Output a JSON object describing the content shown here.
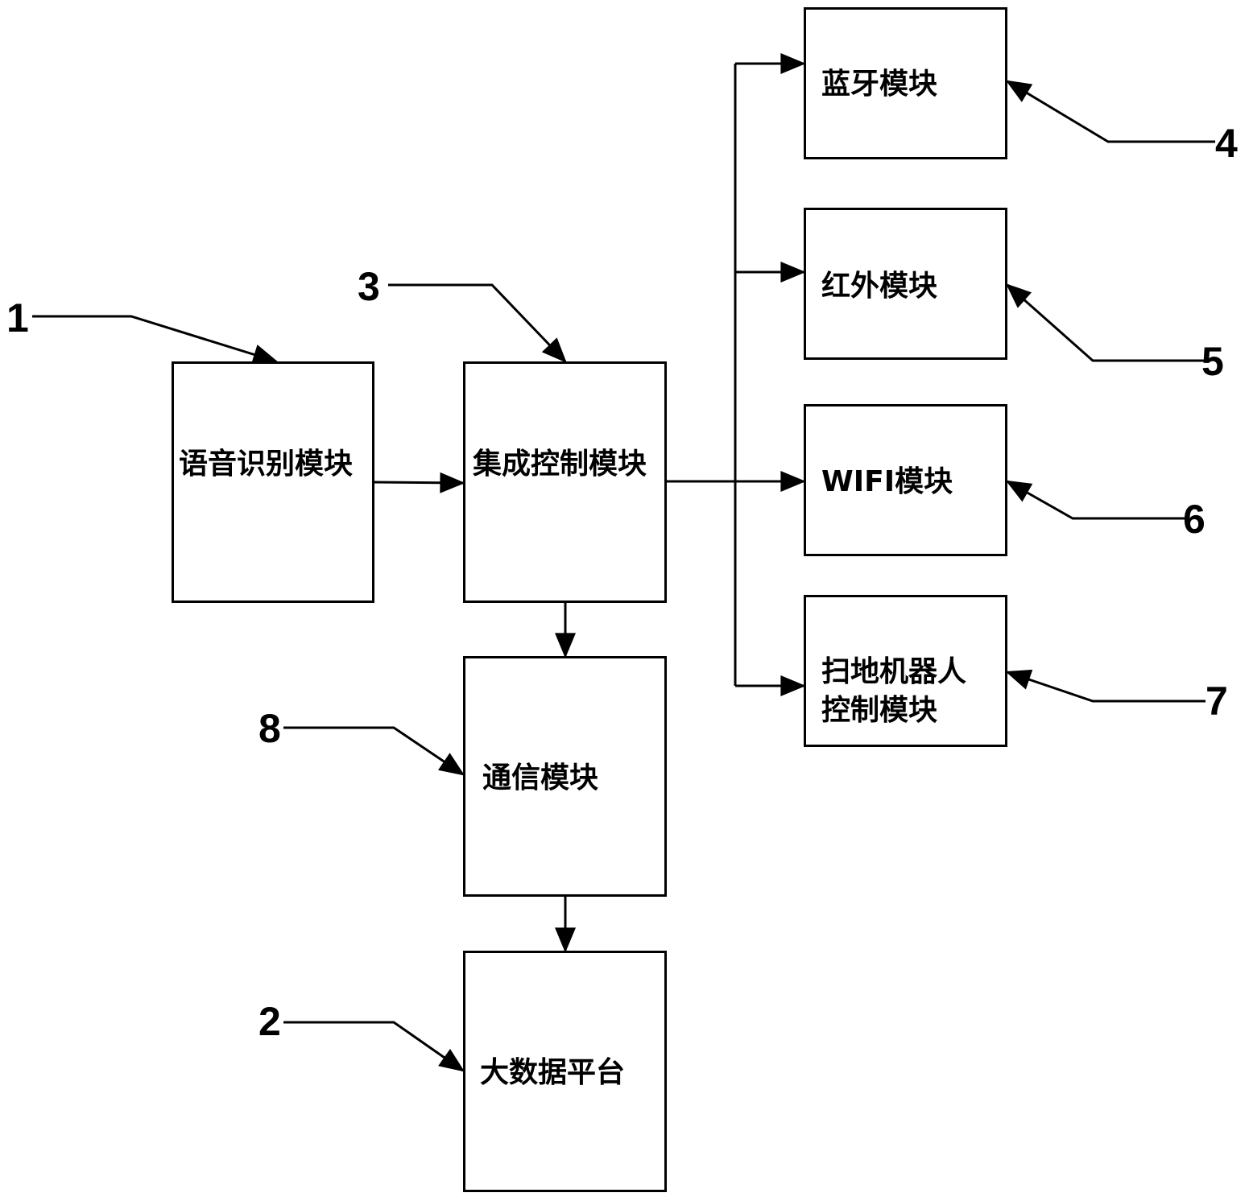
{
  "modules": {
    "voice": "语音识别模块",
    "integrated": "集成控制模块",
    "comm": "通信模块",
    "bigdata": "大数据平台",
    "bluetooth": "蓝牙模块",
    "infrared": "红外模块",
    "wifi": "WIFI模块",
    "robot_line1": "扫地机器人",
    "robot_line2": "控制模块"
  },
  "labels": {
    "voice": "1",
    "bigdata": "2",
    "integrated": "3",
    "bluetooth": "4",
    "infrared": "5",
    "wifi": "6",
    "robot": "7",
    "comm": "8"
  },
  "colors": {
    "stroke": "#000000",
    "background": "#ffffff"
  }
}
